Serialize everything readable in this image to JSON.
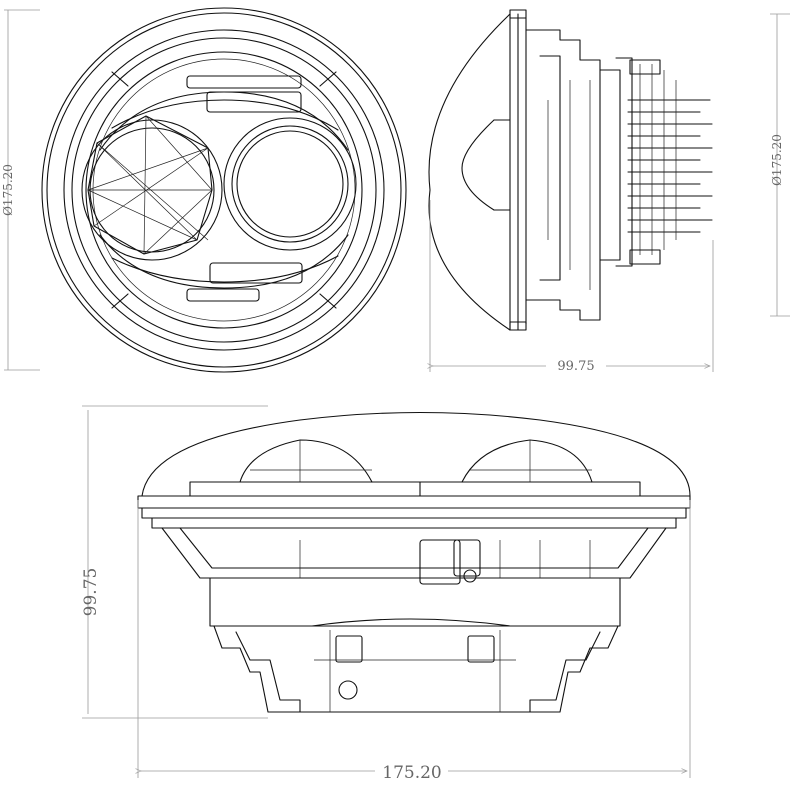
{
  "dimensions": {
    "front_diameter": "Ø175.20",
    "side_diameter": "Ø175.20",
    "side_depth": "99.75",
    "bottom_height": "99.75",
    "bottom_width": "175.20"
  },
  "colors": {
    "line": "#111111",
    "dimension": "#9a9a9a",
    "background": "#ffffff"
  }
}
